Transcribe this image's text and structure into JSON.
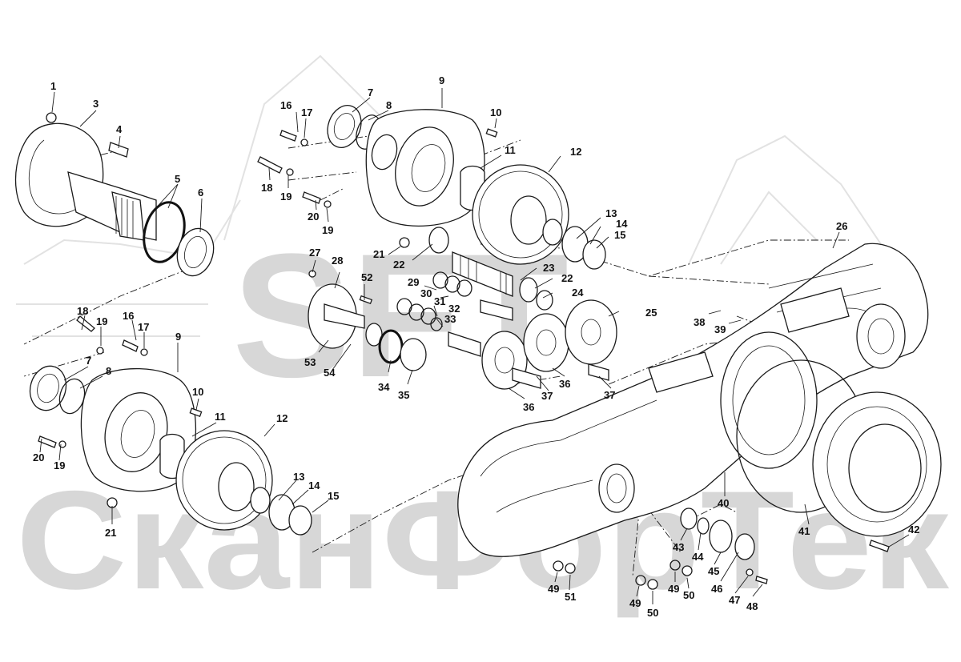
{
  "watermark": {
    "brand": "SFT",
    "company": "СканФорТек"
  },
  "callouts": [
    {
      "id": "c1",
      "text": "1"
    },
    {
      "id": "c3",
      "text": "3"
    },
    {
      "id": "c4",
      "text": "4"
    },
    {
      "id": "c5",
      "text": "5"
    },
    {
      "id": "c6",
      "text": "6"
    },
    {
      "id": "c7a",
      "text": "7"
    },
    {
      "id": "c8a",
      "text": "8"
    },
    {
      "id": "c9a",
      "text": "9"
    },
    {
      "id": "c10a",
      "text": "10"
    },
    {
      "id": "c11a",
      "text": "11"
    },
    {
      "id": "c12a",
      "text": "12"
    },
    {
      "id": "c13a",
      "text": "13"
    },
    {
      "id": "c14a",
      "text": "14"
    },
    {
      "id": "c15a",
      "text": "15"
    },
    {
      "id": "c16a",
      "text": "16"
    },
    {
      "id": "c17a",
      "text": "17"
    },
    {
      "id": "c18a",
      "text": "18"
    },
    {
      "id": "c19a",
      "text": "19"
    },
    {
      "id": "c20a",
      "text": "20"
    },
    {
      "id": "c19b",
      "text": "19"
    },
    {
      "id": "c21a",
      "text": "21"
    },
    {
      "id": "c22a",
      "text": "22"
    },
    {
      "id": "c23",
      "text": "23"
    },
    {
      "id": "c22b",
      "text": "22"
    },
    {
      "id": "c24",
      "text": "24"
    },
    {
      "id": "c25",
      "text": "25"
    },
    {
      "id": "c26",
      "text": "26"
    },
    {
      "id": "c27",
      "text": "27"
    },
    {
      "id": "c28",
      "text": "28"
    },
    {
      "id": "c29",
      "text": "29"
    },
    {
      "id": "c30",
      "text": "30"
    },
    {
      "id": "c31",
      "text": "31"
    },
    {
      "id": "c32",
      "text": "32"
    },
    {
      "id": "c33",
      "text": "33"
    },
    {
      "id": "c52",
      "text": "52"
    },
    {
      "id": "c53",
      "text": "53"
    },
    {
      "id": "c54",
      "text": "54"
    },
    {
      "id": "c34",
      "text": "34"
    },
    {
      "id": "c35",
      "text": "35"
    },
    {
      "id": "c36a",
      "text": "36"
    },
    {
      "id": "c37a",
      "text": "37"
    },
    {
      "id": "c36b",
      "text": "36"
    },
    {
      "id": "c37b",
      "text": "37"
    },
    {
      "id": "c38",
      "text": "38"
    },
    {
      "id": "c39",
      "text": "39"
    },
    {
      "id": "c16b",
      "text": "16"
    },
    {
      "id": "c18b",
      "text": "18"
    },
    {
      "id": "c19c",
      "text": "19"
    },
    {
      "id": "c17b",
      "text": "17"
    },
    {
      "id": "c9b",
      "text": "9"
    },
    {
      "id": "c7b",
      "text": "7"
    },
    {
      "id": "c8b",
      "text": "8"
    },
    {
      "id": "c10b",
      "text": "10"
    },
    {
      "id": "c11b",
      "text": "11"
    },
    {
      "id": "c12b",
      "text": "12"
    },
    {
      "id": "c20b",
      "text": "20"
    },
    {
      "id": "c19d",
      "text": "19"
    },
    {
      "id": "c13b",
      "text": "13"
    },
    {
      "id": "c14b",
      "text": "14"
    },
    {
      "id": "c15b",
      "text": "15"
    },
    {
      "id": "c21b",
      "text": "21"
    },
    {
      "id": "c40",
      "text": "40"
    },
    {
      "id": "c41",
      "text": "41"
    },
    {
      "id": "c42",
      "text": "42"
    },
    {
      "id": "c43",
      "text": "43"
    },
    {
      "id": "c44",
      "text": "44"
    },
    {
      "id": "c45",
      "text": "45"
    },
    {
      "id": "c46",
      "text": "46"
    },
    {
      "id": "c47",
      "text": "47"
    },
    {
      "id": "c48",
      "text": "48"
    },
    {
      "id": "c49a",
      "text": "49"
    },
    {
      "id": "c51",
      "text": "51"
    },
    {
      "id": "c49b",
      "text": "49"
    },
    {
      "id": "c50a",
      "text": "50"
    },
    {
      "id": "c49c",
      "text": "49"
    },
    {
      "id": "c50b",
      "text": "50"
    }
  ]
}
